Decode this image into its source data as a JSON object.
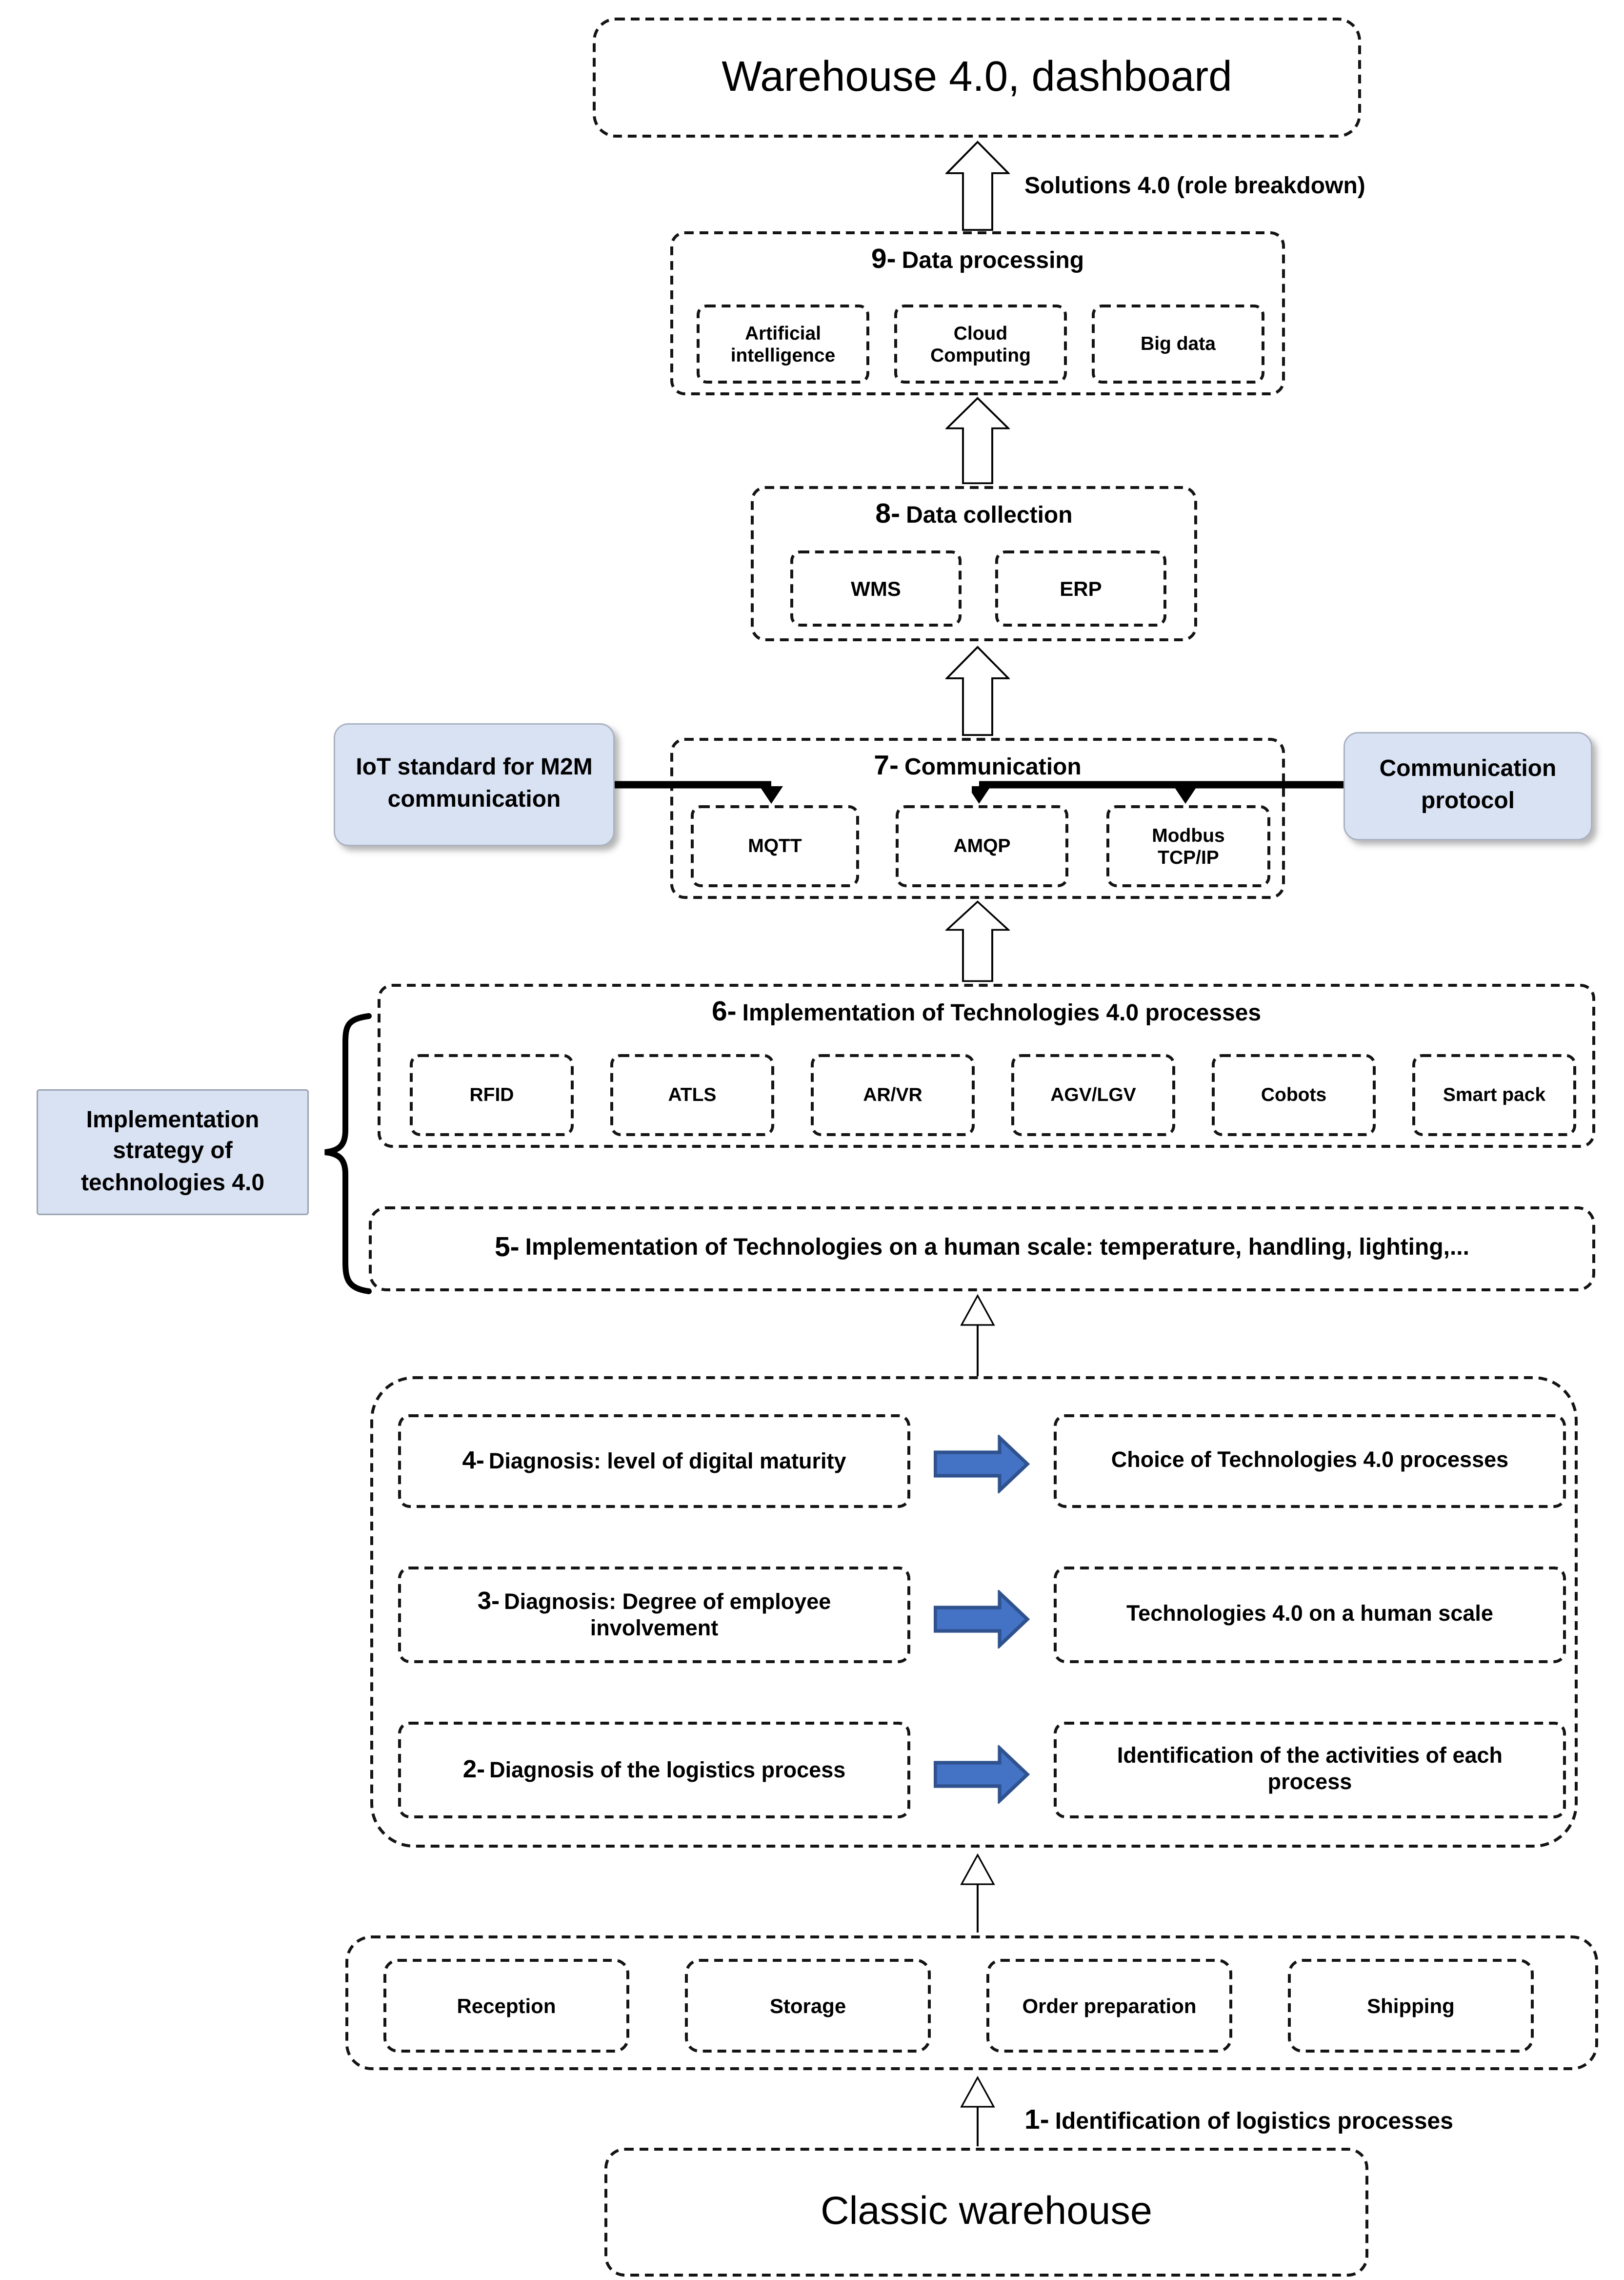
{
  "diagram": {
    "title_box": "Warehouse 4.0, dashboard",
    "solutions_label": "Solutions 4.0 (role breakdown)",
    "steps": {
      "s9": {
        "num": "9-",
        "title": "Data processing",
        "items": [
          "Artificial intelligence",
          "Cloud Computing",
          "Big data"
        ]
      },
      "s8": {
        "num": "8-",
        "title": "Data collection",
        "items": [
          "WMS",
          "ERP"
        ]
      },
      "s7": {
        "num": "7-",
        "title": "Communication",
        "items": [
          "MQTT",
          "AMQP",
          "Modbus TCP/IP"
        ]
      },
      "s6": {
        "num": "6-",
        "title": "Implementation of Technologies 4.0 processes",
        "items": [
          "RFID",
          "ATLS",
          "AR/VR",
          "AGV/LGV",
          "Cobots",
          "Smart pack"
        ]
      },
      "s5": {
        "num": "5-",
        "title": "Implementation of Technologies on a human scale: temperature, handling, lighting,..."
      },
      "s1": {
        "num": "1-",
        "title": "Identification of logistics processes"
      }
    },
    "side_boxes": {
      "iot": "IoT standard for M2M communication",
      "protocol": "Communication protocol",
      "strategy": "Implementation strategy of technologies 4.0"
    },
    "diagnosis_rows": [
      {
        "num": "4-",
        "left": "Diagnosis: level of digital maturity",
        "right": "Choice of Technologies 4.0 processes"
      },
      {
        "num": "3-",
        "left": "Diagnosis: Degree of employee involvement",
        "right": "Technologies 4.0 on a human scale"
      },
      {
        "num": "2-",
        "left": "Diagnosis of the logistics process",
        "right": "Identification of the activities of each process"
      }
    ],
    "logistics_processes": [
      "Reception",
      "Storage",
      "Order preparation",
      "Shipping"
    ],
    "bottom_box": "Classic warehouse",
    "colors": {
      "accent_fill": "#d9e2f3",
      "accent_border": "#aab2c0",
      "arrow_blue": "#4472c4",
      "arrow_blue_border": "#2f528f"
    }
  }
}
